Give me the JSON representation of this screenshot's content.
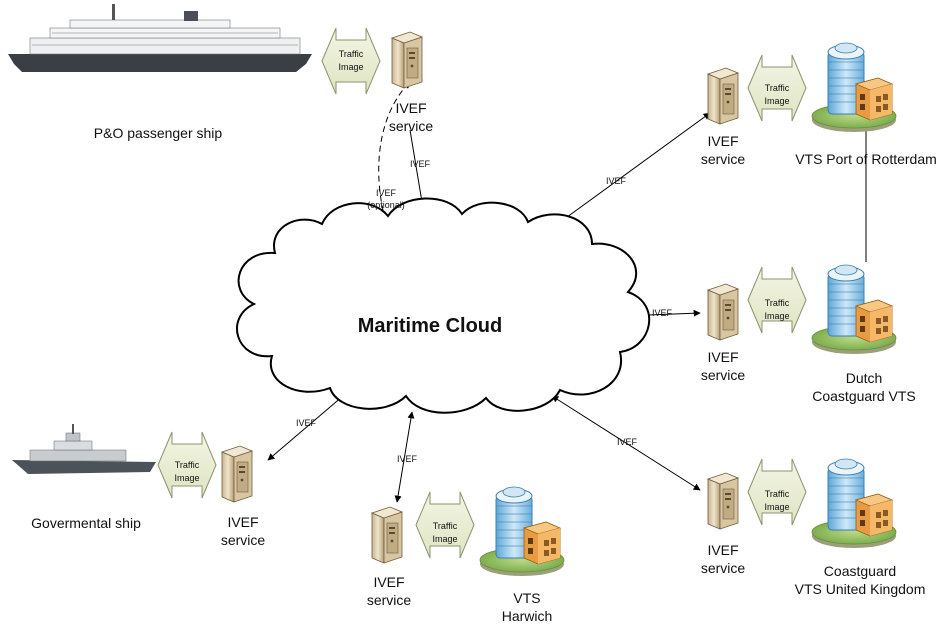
{
  "cloud": {
    "label": "Maritime Cloud"
  },
  "link_label": "IVEF",
  "optional_link_label_line1": "IVEF",
  "optional_link_label_line2": "(optional)",
  "traffic_image": {
    "line1": "Traffic",
    "line2": "Image"
  },
  "service": {
    "line1": "IVEF",
    "line2": "service"
  },
  "ships": {
    "passenger": "P&O passenger ship",
    "governmental": "Govermental ship"
  },
  "vts": {
    "rotterdam": "VTS Port of Rotterdam",
    "dutch_line1": "Dutch",
    "dutch_line2": "Coastguard VTS",
    "uk_line1": "Coastguard",
    "uk_line2": "VTS United Kingdom",
    "harwich_line1": "VTS",
    "harwich_line2": "Harwich"
  },
  "colors": {
    "arrow_fill": "#e8eccf",
    "arrow_stroke": "#7f8a6a",
    "server_body": "#e7d9bd",
    "server_dark": "#8b7450",
    "building_glass": "#8fc5e8",
    "building_orange": "#f0b15a"
  }
}
